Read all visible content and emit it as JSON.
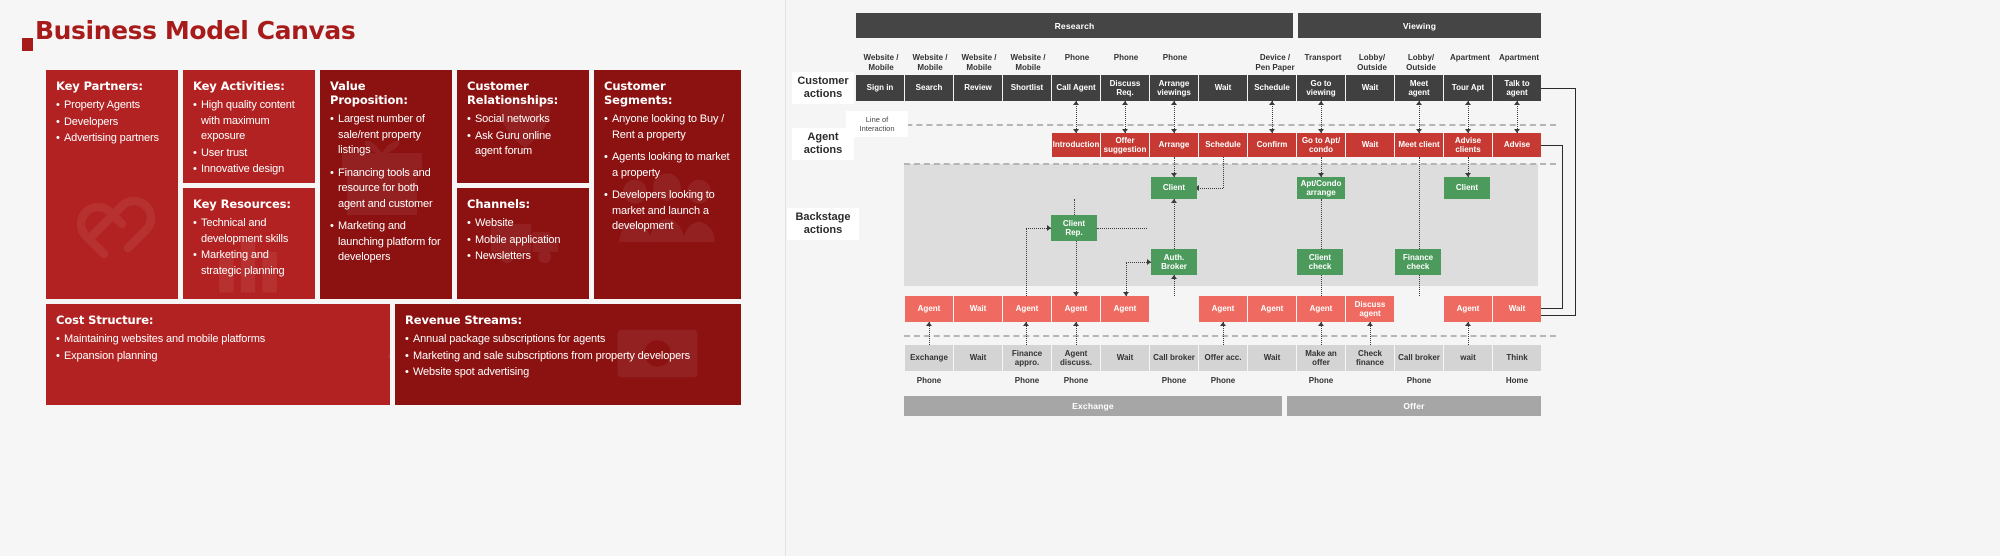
{
  "canvas": {
    "title": "Business Model Canvas",
    "blocks": {
      "key_partners": {
        "heading": "Key Partners:",
        "items": [
          "Property Agents",
          "Developers",
          "Advertising partners"
        ]
      },
      "key_activities": {
        "heading": "Key Activities:",
        "items": [
          "High quality content with maximum exposure",
          "User trust",
          "Innovative design"
        ]
      },
      "key_resources": {
        "heading": "Key Resources:",
        "items": [
          "Technical and development skills",
          "Marketing and strategic planning"
        ]
      },
      "value_proposition": {
        "heading": "Value Proposition:",
        "items": [
          "Largest number of sale/rent property listings",
          "Financing tools and resource for both agent and customer",
          "Marketing and launching platform for developers"
        ]
      },
      "customer_relationships": {
        "heading": "Customer Relationships:",
        "items": [
          "Social networks",
          "Ask Guru online agent forum"
        ]
      },
      "channels": {
        "heading": "Channels:",
        "items": [
          "Website",
          "Mobile application",
          "Newsletters"
        ]
      },
      "customer_segments": {
        "heading": "Customer Segments:",
        "items": [
          "Anyone looking to Buy / Rent a property",
          "Agents looking to market a property",
          "Developers looking to market and launch a development"
        ]
      },
      "cost_structure": {
        "heading": "Cost Structure:",
        "items": [
          "Maintaining websites and mobile platforms",
          "Expansion planning"
        ]
      },
      "revenue_streams": {
        "heading": "Revenue Streams:",
        "items": [
          "Annual package subscriptions for agents",
          "Marketing and sale subscriptions from property developers",
          "Website spot advertising"
        ]
      }
    },
    "colors": {
      "brand": "#a81b1b",
      "cell": "#b22222",
      "cell_dark": "#8c1111"
    }
  },
  "blueprint": {
    "phases_top": [
      {
        "label": "Research"
      },
      {
        "label": "Viewing"
      }
    ],
    "phases_bottom": [
      {
        "label": "Exchange"
      },
      {
        "label": "Offer"
      }
    ],
    "row_labels": {
      "customer": "Customer\nactions",
      "customer_line1": "Customer",
      "customer_line2": "actions",
      "agent_line1": "Agent",
      "agent_line2": "actions",
      "backstage_line1": "Backstage",
      "backstage_line2": "actions"
    },
    "line_of_interaction": {
      "line1": "Line of",
      "line2": "Interaction"
    },
    "channels": [
      "Website /\nMobile",
      "Website /\nMobile",
      "Website /\nMobile",
      "Website /\nMobile",
      "Phone",
      "Phone",
      "Phone",
      "",
      "Device  /\nPen Paper",
      "Transport",
      "Lobby/\nOutside",
      "Lobby/\nOutside",
      "Apartment",
      "Apartment"
    ],
    "channel_labels": [
      {
        "l1": "Website /",
        "l2": "Mobile"
      },
      {
        "l1": "Website /",
        "l2": "Mobile"
      },
      {
        "l1": "Website /",
        "l2": "Mobile"
      },
      {
        "l1": "Website /",
        "l2": "Mobile"
      },
      {
        "l1": "Phone",
        "l2": ""
      },
      {
        "l1": "Phone",
        "l2": ""
      },
      {
        "l1": "Phone",
        "l2": ""
      },
      {
        "l1": "",
        "l2": ""
      },
      {
        "l1": "Device  /",
        "l2": "Pen Paper"
      },
      {
        "l1": "Transport",
        "l2": ""
      },
      {
        "l1": "Lobby/",
        "l2": "Outside"
      },
      {
        "l1": "Lobby/",
        "l2": "Outside"
      },
      {
        "l1": "Apartment",
        "l2": ""
      },
      {
        "l1": "Apartment",
        "l2": ""
      }
    ],
    "customer_actions": [
      {
        "l1": "Sign in",
        "l2": ""
      },
      {
        "l1": "Search",
        "l2": ""
      },
      {
        "l1": "Review",
        "l2": ""
      },
      {
        "l1": "Shortlist",
        "l2": ""
      },
      {
        "l1": "Call Agent",
        "l2": ""
      },
      {
        "l1": "Discuss",
        "l2": "Req."
      },
      {
        "l1": "Arrange",
        "l2": "viewings"
      },
      {
        "l1": "Wait",
        "l2": ""
      },
      {
        "l1": "Schedule",
        "l2": ""
      },
      {
        "l1": "Go to",
        "l2": "viewing"
      },
      {
        "l1": "Wait",
        "l2": ""
      },
      {
        "l1": "Meet",
        "l2": "agent"
      },
      {
        "l1": "Tour Apt",
        "l2": ""
      },
      {
        "l1": "Talk to",
        "l2": "agent"
      }
    ],
    "agent_actions": [
      {
        "l1": "Introduction",
        "l2": ""
      },
      {
        "l1": "Offer",
        "l2": "suggestion"
      },
      {
        "l1": "Arrange",
        "l2": ""
      },
      {
        "l1": "Schedule",
        "l2": ""
      },
      {
        "l1": "Confirm",
        "l2": ""
      },
      {
        "l1": "Go to Apt/",
        "l2": "condo"
      },
      {
        "l1": "Wait",
        "l2": ""
      },
      {
        "l1": "Meet client",
        "l2": ""
      },
      {
        "l1": "Advise",
        "l2": "clients"
      },
      {
        "l1": "Advise",
        "l2": ""
      }
    ],
    "backstage_green": [
      {
        "l1": "Client",
        "l2": ""
      },
      {
        "l1": "Apt/Condo",
        "l2": "arrange"
      },
      {
        "l1": "Client",
        "l2": ""
      },
      {
        "l1": "Client",
        "l2": "Rep."
      },
      {
        "l1": "Auth.",
        "l2": "Broker"
      },
      {
        "l1": "Client",
        "l2": "check"
      },
      {
        "l1": "Finance",
        "l2": "check"
      }
    ],
    "support_salmon": [
      {
        "l1": "Agent",
        "l2": ""
      },
      {
        "l1": "Wait",
        "l2": ""
      },
      {
        "l1": "Agent",
        "l2": ""
      },
      {
        "l1": "Agent",
        "l2": ""
      },
      {
        "l1": "Agent",
        "l2": ""
      },
      {
        "l1": "Agent",
        "l2": ""
      },
      {
        "l1": "Agent",
        "l2": ""
      },
      {
        "l1": "Agent",
        "l2": ""
      },
      {
        "l1": "Discuss",
        "l2": "agent"
      },
      {
        "l1": "Agent",
        "l2": ""
      },
      {
        "l1": "Wait",
        "l2": ""
      }
    ],
    "bottom_grey": [
      {
        "l1": "Exchange",
        "l2": ""
      },
      {
        "l1": "Wait",
        "l2": ""
      },
      {
        "l1": "Finance",
        "l2": "appro."
      },
      {
        "l1": "Agent",
        "l2": "discuss."
      },
      {
        "l1": "Wait",
        "l2": ""
      },
      {
        "l1": "Call broker",
        "l2": ""
      },
      {
        "l1": "Offer acc.",
        "l2": ""
      },
      {
        "l1": "Wait",
        "l2": ""
      },
      {
        "l1": "Make an",
        "l2": "offer"
      },
      {
        "l1": "Check",
        "l2": "finance"
      },
      {
        "l1": "Call broker",
        "l2": ""
      },
      {
        "l1": "wait",
        "l2": ""
      },
      {
        "l1": "Think",
        "l2": ""
      }
    ],
    "bottom_channels": [
      "Phone",
      "Phone",
      "Phone",
      "Phone",
      "Phone",
      "Phone",
      "Phone",
      "Home"
    ],
    "colors": {
      "dark": "#404040",
      "red": "#c63a33",
      "salmon": "#ef6a60",
      "green": "#4c9a5c",
      "grey": "#d4d4d4",
      "band": "#dddddd",
      "phase_top": "#454545",
      "phase_bottom": "#a6a6a6"
    }
  }
}
